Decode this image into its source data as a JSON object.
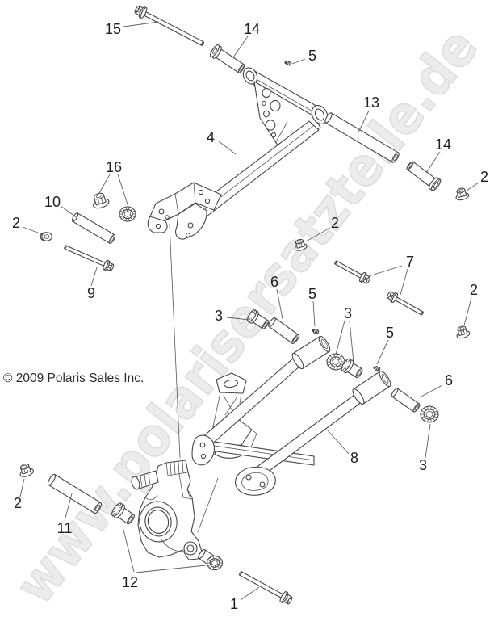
{
  "page": {
    "background_color": "#ffffff"
  },
  "watermark": {
    "text": "www.polarisersatzteile.de",
    "fill_color": "#ececec",
    "outline_color": "#dcdcdc"
  },
  "copyright": {
    "text": "© 2009 Polaris Sales Inc."
  },
  "diagram": {
    "line_color": "#454545",
    "callouts": [
      {
        "label": "15"
      },
      {
        "label": "14"
      },
      {
        "label": "5"
      },
      {
        "label": "13"
      },
      {
        "label": "14"
      },
      {
        "label": "2"
      },
      {
        "label": "4"
      },
      {
        "label": "16"
      },
      {
        "label": "10"
      },
      {
        "label": "2"
      },
      {
        "label": "9"
      },
      {
        "label": "2"
      },
      {
        "label": "7"
      },
      {
        "label": "2"
      },
      {
        "label": "6"
      },
      {
        "label": "3"
      },
      {
        "label": "5"
      },
      {
        "label": "3"
      },
      {
        "label": "5"
      },
      {
        "label": "6"
      },
      {
        "label": "3"
      },
      {
        "label": "8"
      },
      {
        "label": "2"
      },
      {
        "label": "11"
      },
      {
        "label": "12"
      },
      {
        "label": "1"
      }
    ]
  }
}
